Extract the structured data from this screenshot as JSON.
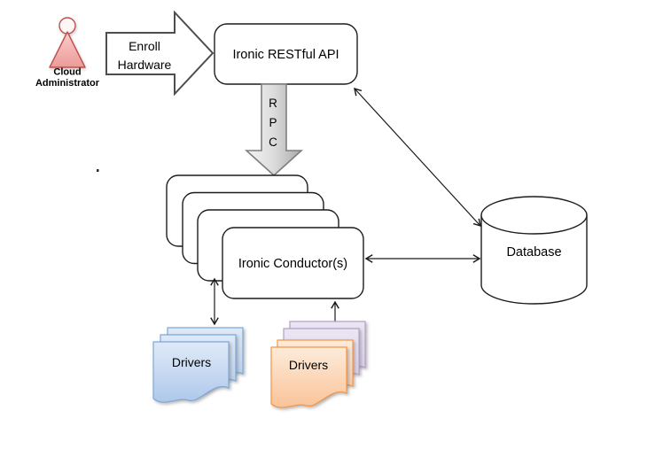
{
  "diagram": {
    "actor": {
      "line1": "Cloud",
      "line2": "Administrator",
      "accent_color": "#C0504D"
    },
    "enroll_arrow": {
      "line1": "Enroll",
      "line2": "Hardware"
    },
    "api_box": {
      "label": "Ironic RESTful API"
    },
    "rpc_arrow": {
      "letters": [
        "R",
        "P",
        "C"
      ],
      "border_color": "#7F7F7F"
    },
    "conductor_stack": {
      "label": "Ironic Conductor(s)",
      "layer_count": 4
    },
    "database": {
      "label": "Database"
    },
    "drivers_left": {
      "label": "Drivers",
      "accent_color": "#95B3D7",
      "layer_count": 3
    },
    "drivers_right": {
      "label": "Drivers",
      "accent_color": "#F79646",
      "back_accent_color": "#B2A2C7",
      "front_layer_count": 2,
      "back_layer_count": 2
    }
  }
}
